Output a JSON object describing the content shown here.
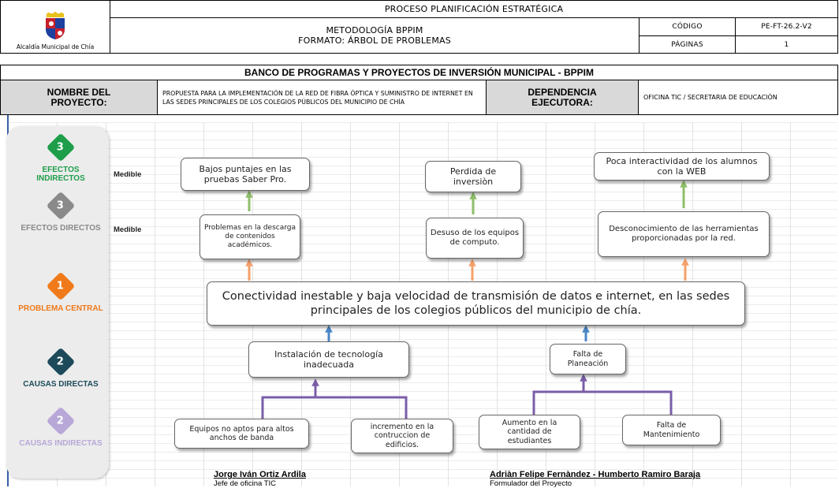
{
  "header": {
    "org_name": "Alcaldía Municipal de Chía",
    "process_title": "PROCESO PLANIFICACIÓN ESTRATÉGICA",
    "methodology": "METODOLOGÍA BPPIM",
    "format": "FORMATO: ÁRBOL DE PROBLEMAS",
    "code_label": "CÓDIGO",
    "code_value": "PE-FT-26.2-V2",
    "pages_label": "PÁGINAS",
    "pages_value": "1"
  },
  "bank_title": "BANCO DE PROGRAMAS Y PROYECTOS DE INVERSIÓN MUNICIPAL - BPPIM",
  "project": {
    "name_label": "NOMBRE DEL PROYECTO:",
    "name_value": "PROPUESTA PARA LA IMPLEMENTACIÓN DE LA RED DE FIBRA ÓPTICA Y SUMINISTRO DE INTERNET EN LAS SEDES PRINCIPALES DE LOS COLEGIOS PÚBLICOS DEL MUNICIPIO DE CHÍA",
    "unit_label": "DEPENDENCIA EJECUTORA:",
    "unit_value": "OFICINA TIC / SECRETARIA DE EDUCACIÒN"
  },
  "levels": [
    {
      "number": "3",
      "label": "EFECTOS INDIRECTOS",
      "color": "#1e9e4a",
      "label_color": "#1e9e4a"
    },
    {
      "number": "3",
      "label": "EFECTOS DIRECTOS",
      "color": "#8a8a8a",
      "label_color": "#8a8a8a"
    },
    {
      "number": "1",
      "label": "PROBLEMA CENTRAL",
      "color": "#f07a1a",
      "label_color": "#f07a1a"
    },
    {
      "number": "2",
      "label": "CAUSAS DIRECTAS",
      "color": "#1d4a5a",
      "label_color": "#1d4a5a"
    },
    {
      "number": "2",
      "label": "CAUSAS INDIRECTAS",
      "color": "#b8a8d8",
      "label_color": "#b8a8d8"
    }
  ],
  "medible": "Medible",
  "indirect_effects": [
    "Bajos puntajes en las pruebas Saber Pro.",
    "Perdida de inversiòn",
    "Poca interactividad de los alumnos con la WEB"
  ],
  "direct_effects": [
    "Problemas en la descarga de contenidos académicos.",
    "Desuso de los equipos de computo.",
    "Desconocimiento de las herramientas proporcionadas por la red."
  ],
  "central_problem": "Conectividad inestable y baja velocidad de transmisión de datos e internet, en las sedes principales de los colegios públicos del municipio de chía.",
  "direct_causes": [
    "Instalación de tecnología inadecuada",
    "Falta de Planeación"
  ],
  "indirect_causes": [
    "Equipos no aptos para altos anchos de banda",
    "incremento en la contruccion de edificios.",
    "Aumento en la cantidad de estudiantes",
    "Falta de Mantenimiento"
  ],
  "signatures": [
    {
      "name": "Jorge Iván Ortiz Ardila",
      "role": "Jefe de oficina TIC"
    },
    {
      "name": "Adriàn Felipe Fernàndez - Humberto Ramiro Baraja",
      "role": "Formulador del Proyecto"
    }
  ],
  "colors": {
    "green_arrow": "#8fbf6a",
    "orange_arrow": "#f5a06a",
    "blue_arrow": "#4a86c5",
    "purple_arrow": "#7a5ea8",
    "header_gray": "#d9d9d9"
  }
}
